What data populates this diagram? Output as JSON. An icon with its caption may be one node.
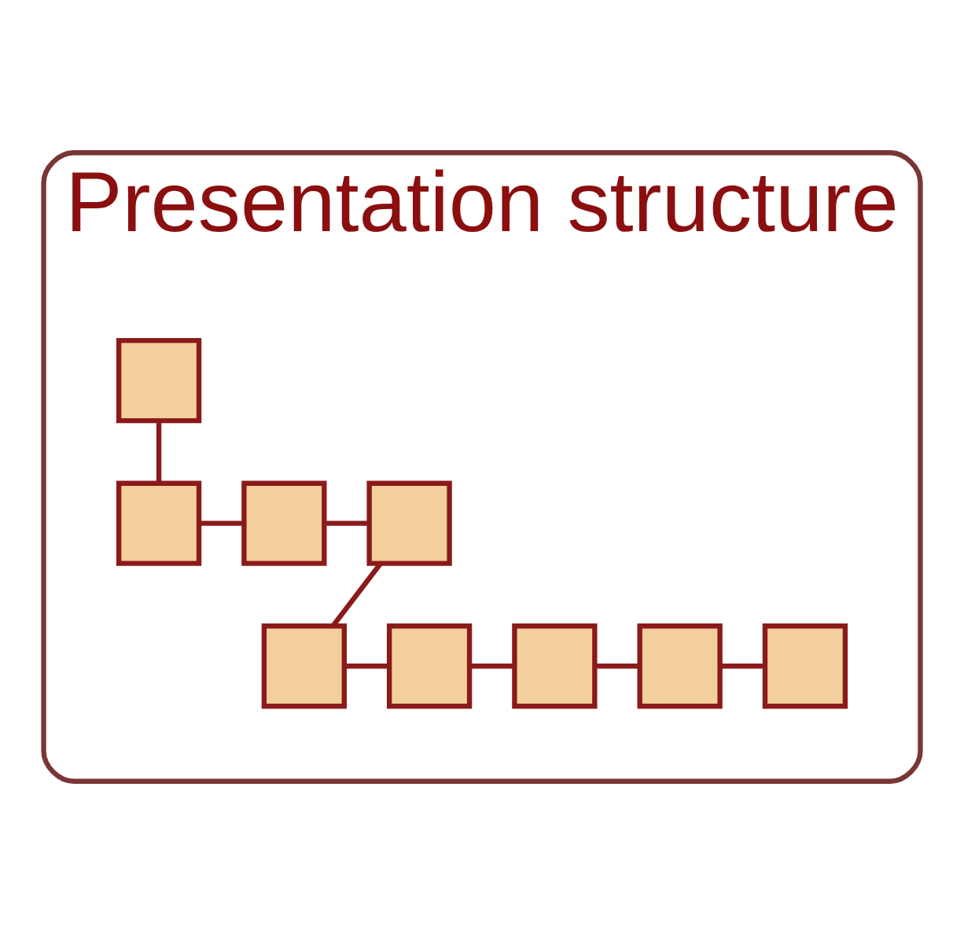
{
  "diagram": {
    "nodes": [
      {
        "text": [
          "Presentation structure"
        ]
      },
      {
        "text": [],
        "shape": "box",
        "in": 0
      },
      {
        "text": [],
        "shape": "box",
        "in": 0
      },
      {
        "text": [],
        "shape": "box",
        "in": 0
      },
      {
        "text": [],
        "shape": "box",
        "in": 0
      },
      {
        "text": [],
        "shape": "box",
        "in": 0
      },
      {
        "text": [],
        "shape": "box",
        "in": 0
      },
      {
        "text": [],
        "shape": "box",
        "in": 0
      },
      {
        "text": [],
        "shape": "box",
        "in": 0
      },
      {
        "text": [],
        "shape": "box",
        "in": 0
      }
    ],
    "edges": [
      {
        "from": 1,
        "to": 2,
        "arrow": "none"
      },
      {
        "from": 2,
        "to": 3,
        "arrow": "none"
      },
      {
        "from": 3,
        "to": 4,
        "arrow": "none"
      },
      {
        "from": 4,
        "to": 5,
        "arrow": "none"
      },
      {
        "from": 5,
        "to": 6,
        "arrow": "none"
      },
      {
        "from": 6,
        "to": 7,
        "arrow": "none"
      },
      {
        "from": 7,
        "to": 8,
        "arrow": "none"
      },
      {
        "from": 8,
        "to": 9,
        "arrow": "none"
      }
    ]
  }
}
